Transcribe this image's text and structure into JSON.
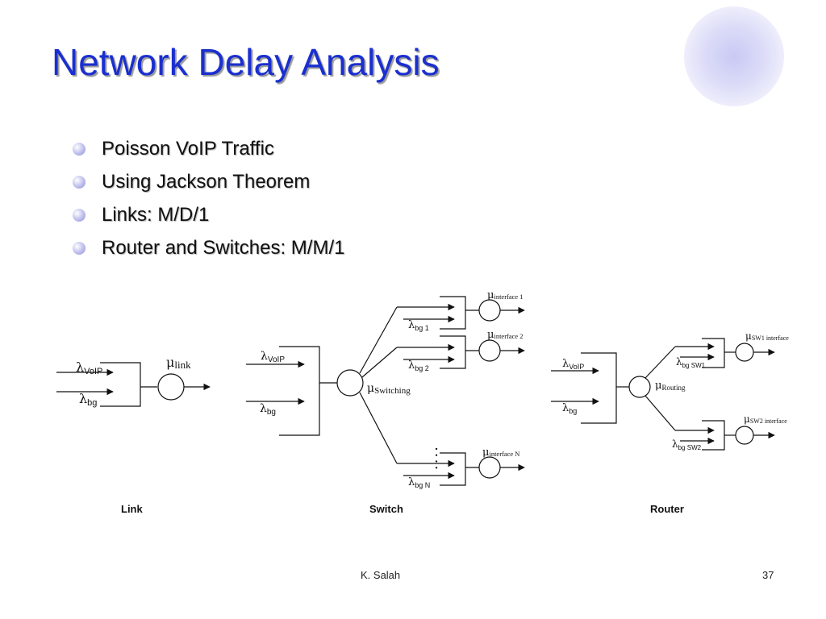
{
  "slide": {
    "title": "Network Delay Analysis",
    "bullets": [
      "Poisson VoIP Traffic",
      "Using Jackson Theorem",
      "Links: M/D/1",
      "Router and Switches: M/M/1"
    ],
    "author": "K. Salah",
    "page_number": "37"
  },
  "link": {
    "caption": "Link",
    "lambda_voip": "VoIP",
    "lambda_bg": "bg",
    "mu": "link"
  },
  "switch": {
    "caption": "Switch",
    "lambda_voip": "VoIP",
    "lambda_bg": "bg",
    "mu": "Switching",
    "ellipsis": ". . . .",
    "branches": [
      {
        "lambda": "bg 1",
        "mu": "interface 1"
      },
      {
        "lambda": "bg 2",
        "mu": "interface 2"
      },
      {
        "lambda": "bg N",
        "mu": "interface N"
      }
    ]
  },
  "router": {
    "caption": "Router",
    "lambda_voip": "VoIP",
    "lambda_bg": "bg",
    "mu": "Routing",
    "branches": [
      {
        "lambda": "bg SW1",
        "mu": "SW1 interface"
      },
      {
        "lambda": "bg SW2",
        "mu": "SW2 interface"
      }
    ]
  },
  "colors": {
    "title": "#1a2fcf",
    "decor_circle": "#d6d6f7",
    "bullet": "#a9a9e6"
  }
}
